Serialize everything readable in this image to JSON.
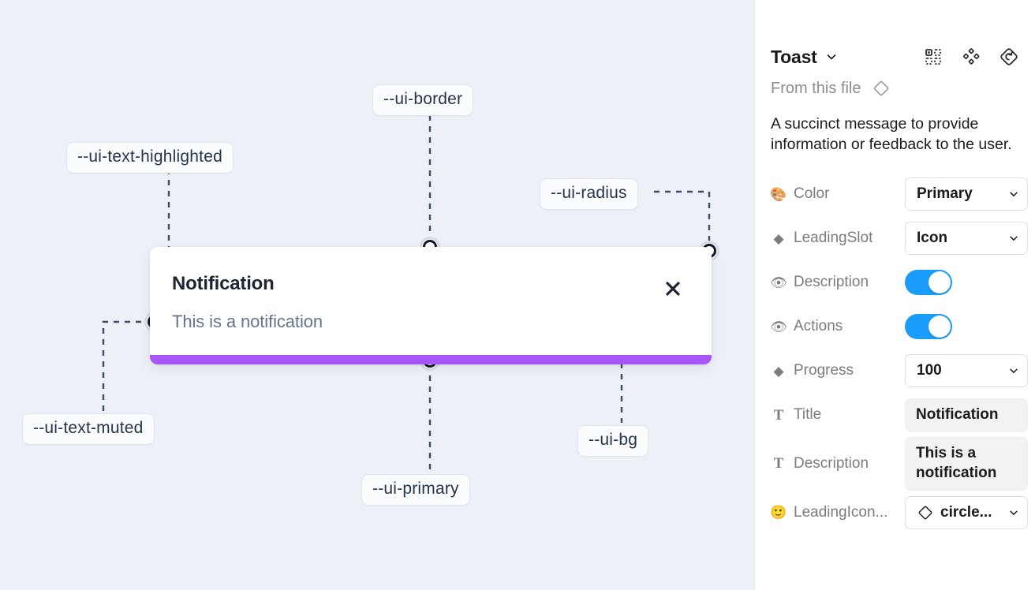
{
  "canvas": {
    "background_color": "#edf1f7",
    "toast": {
      "title": "Notification",
      "description": "This is a notification",
      "close_icon": "close-icon",
      "progress_color": "#a855f7",
      "background_color": "#ffffff"
    },
    "tokens": [
      {
        "id": "text-highlighted",
        "label": "--ui-text-highlighted"
      },
      {
        "id": "border",
        "label": "--ui-border"
      },
      {
        "id": "radius",
        "label": "--ui-radius"
      },
      {
        "id": "text-muted",
        "label": "--ui-text-muted"
      },
      {
        "id": "primary",
        "label": "--ui-primary"
      },
      {
        "id": "bg",
        "label": "--ui-bg"
      }
    ]
  },
  "panel": {
    "title": "Toast",
    "title_chevron_icon": "chevron-down-icon",
    "header_icons": [
      {
        "name": "component-grid-icon"
      },
      {
        "name": "variants-diamond-icon"
      },
      {
        "name": "reset-instance-icon"
      }
    ],
    "from_this_file": {
      "label": "From this file",
      "icon": "diamond-icon"
    },
    "component_description": "A succinct message to provide information or feedback to the user.",
    "properties": [
      {
        "name": "color",
        "glyph": "🎨",
        "icon": "palette-icon",
        "label": "Color",
        "control": "select",
        "value": "Primary"
      },
      {
        "name": "leading-slot",
        "glyph": "◆",
        "icon": "diamond-filled-icon",
        "label": "LeadingSlot",
        "control": "select",
        "value": "Icon"
      },
      {
        "name": "description",
        "glyph": "👁",
        "icon": "eye-icon",
        "label": "Description",
        "control": "toggle",
        "value": "on"
      },
      {
        "name": "actions",
        "glyph": "👁",
        "icon": "eye-icon",
        "label": "Actions",
        "control": "toggle",
        "value": "on"
      },
      {
        "name": "progress",
        "glyph": "◆",
        "icon": "diamond-filled-icon",
        "label": "Progress",
        "control": "select",
        "value": "100"
      },
      {
        "name": "title",
        "glyph": "T",
        "icon": "text-icon",
        "label": "Title",
        "control": "text",
        "value": "Notification"
      },
      {
        "name": "description-text",
        "glyph": "T",
        "icon": "text-icon",
        "label": "Description",
        "control": "text",
        "value": "This is a notification"
      },
      {
        "name": "leading-icon",
        "glyph": "🙂",
        "icon": "emoji-icon",
        "label": "LeadingIcon...",
        "control": "select-icon",
        "value": "circle...",
        "value_icon": "diamond-icon"
      }
    ]
  },
  "colors": {
    "accent_blue": "#1a9cfc",
    "primary_purple": "#a855f7",
    "canvas_bg": "#edf1f7",
    "connector": "#3b4a63"
  }
}
